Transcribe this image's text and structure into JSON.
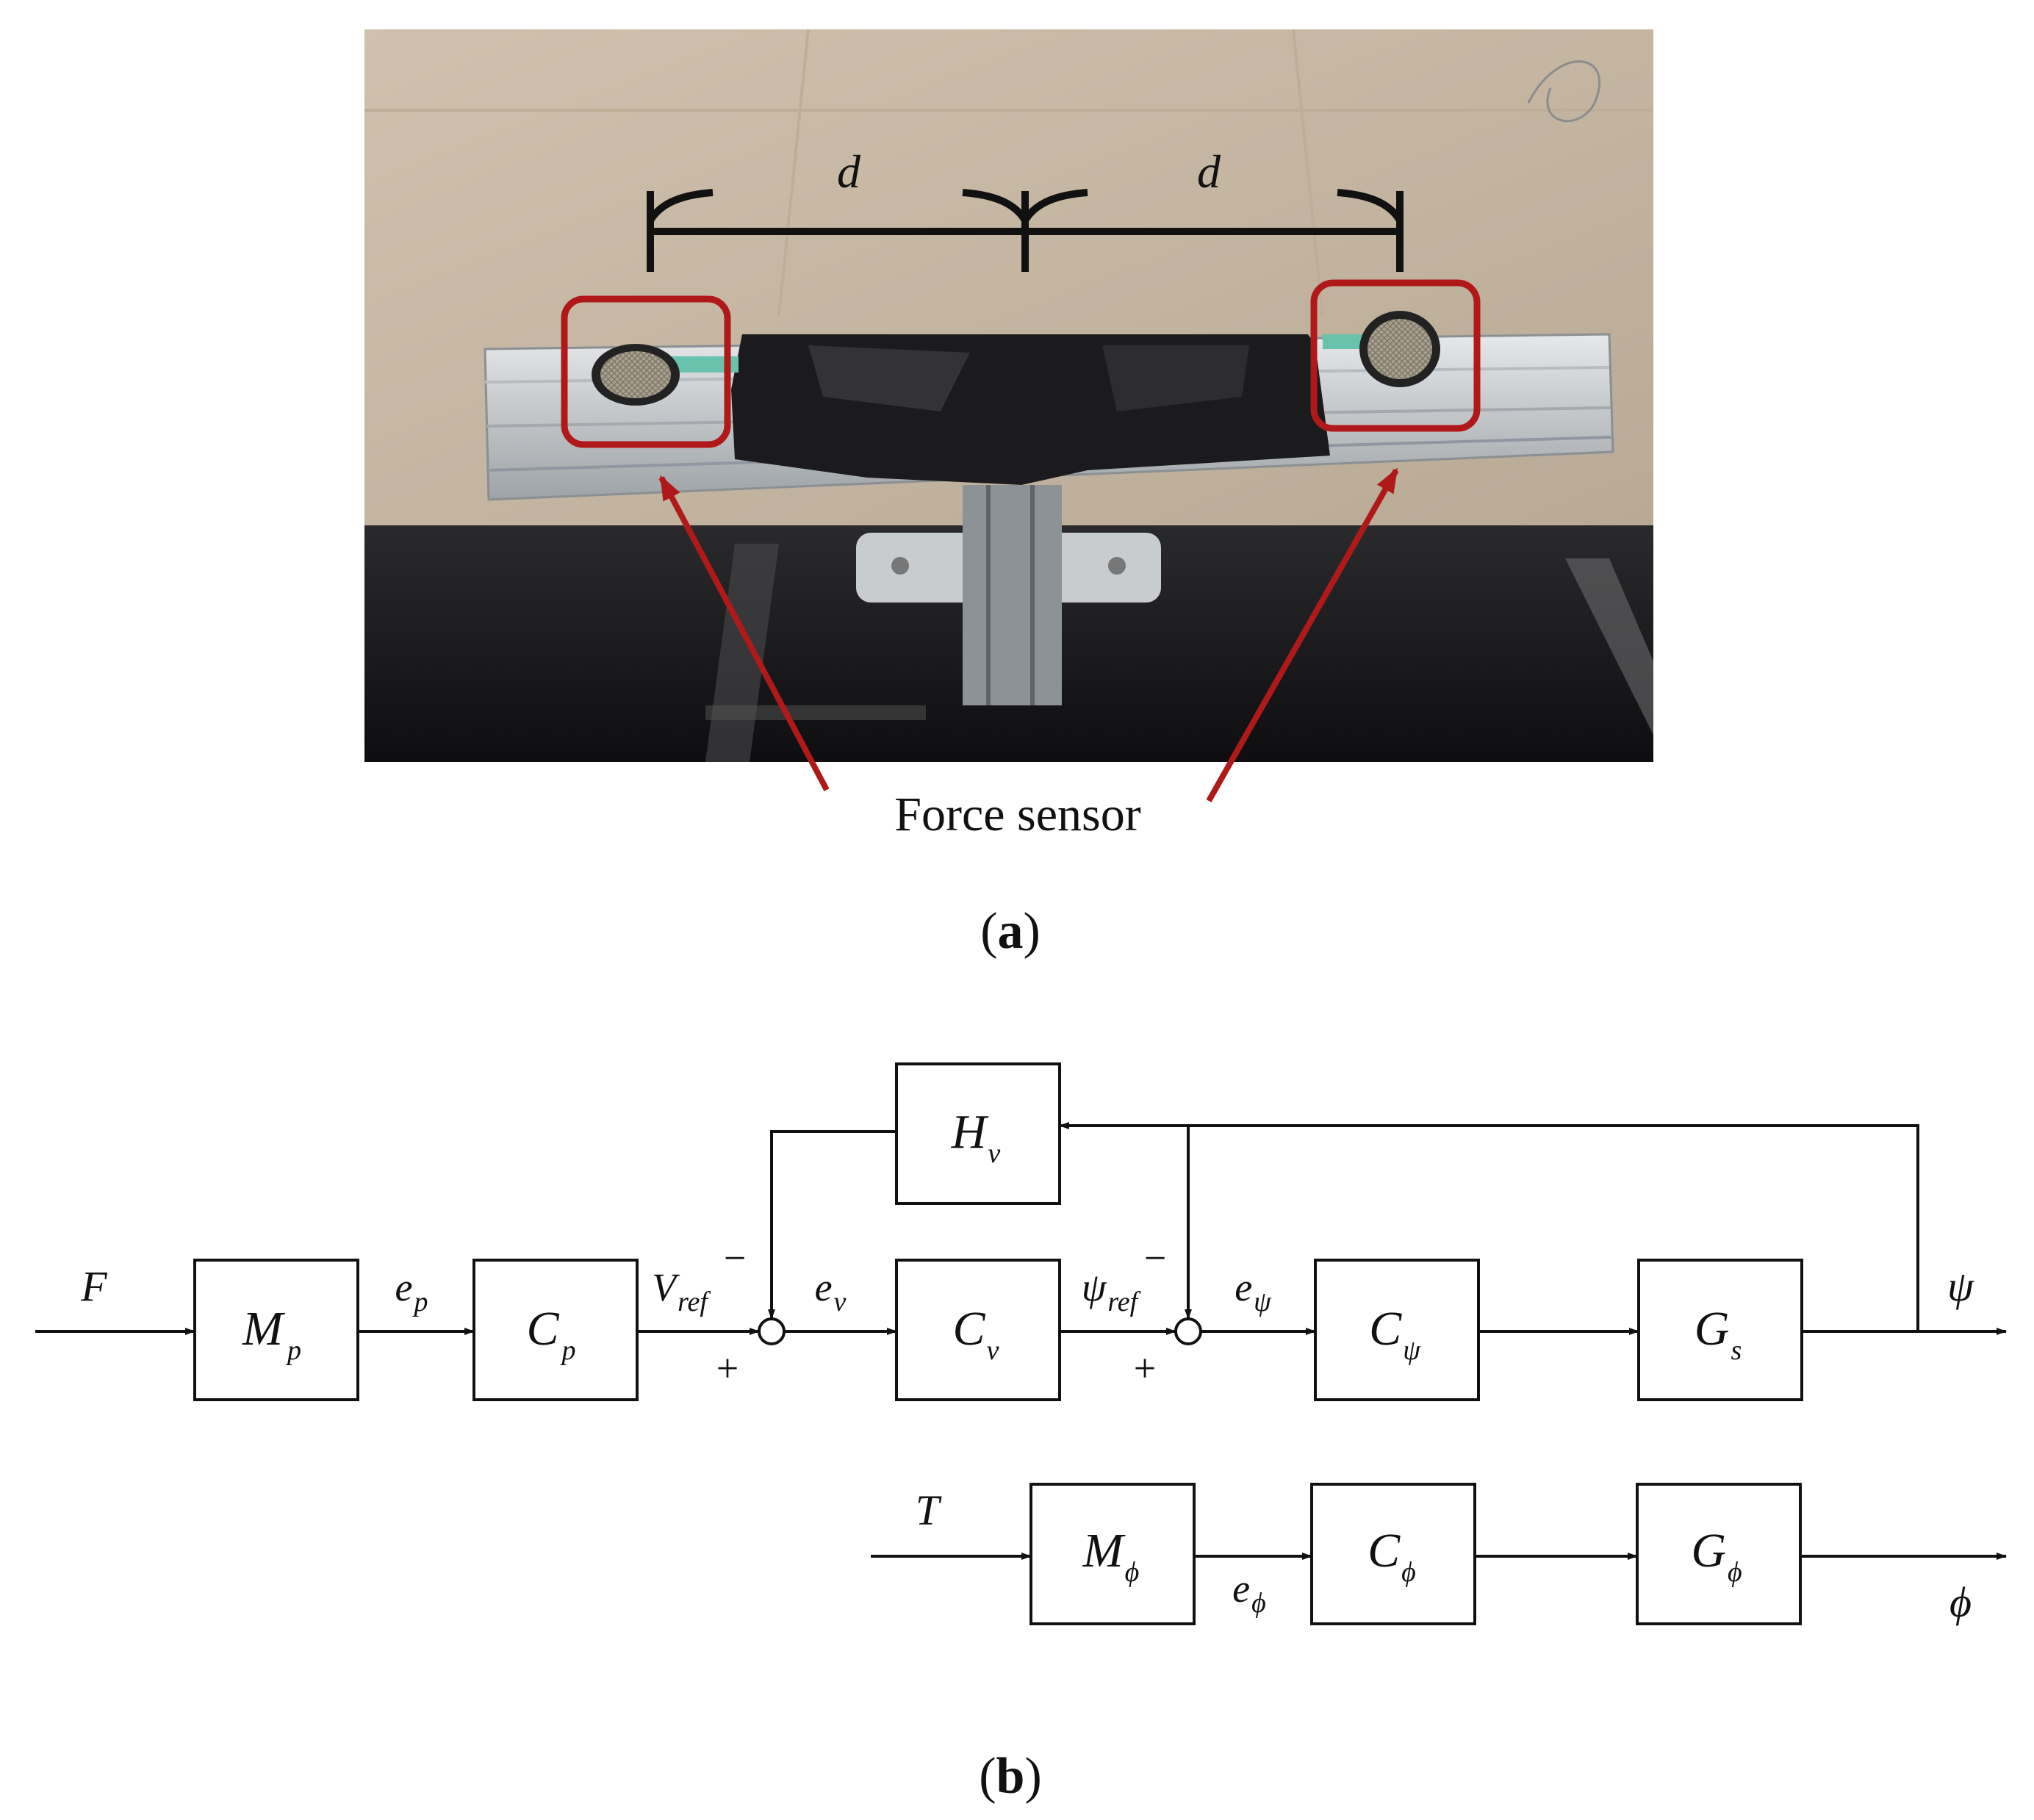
{
  "panel_a": {
    "dimension_label_left": "d",
    "dimension_label_right": "d",
    "sensor_label": "Force sensor",
    "caption_open": "(",
    "caption_letter": "a",
    "caption_close": ")",
    "highlight_color": "#b01919"
  },
  "panel_b": {
    "caption_open": "(",
    "caption_letter": "b",
    "caption_close": ")",
    "inputs": {
      "F": "F",
      "T": "T"
    },
    "outputs": {
      "psi": "ψ",
      "phi": "ϕ"
    },
    "blocks": {
      "Mp": {
        "main": "M",
        "sub": "p"
      },
      "Cp": {
        "main": "C",
        "sub": "p"
      },
      "Cv": {
        "main": "C",
        "sub": "v"
      },
      "Cpsi": {
        "main": "C",
        "sub": "ψ"
      },
      "Gs": {
        "main": "G",
        "sub": "s"
      },
      "Hv": {
        "main": "H",
        "sub": "v"
      },
      "Mphi": {
        "main": "M",
        "sub": "ϕ"
      },
      "Cphi": {
        "main": "C",
        "sub": "ϕ"
      },
      "Gphi": {
        "main": "G",
        "sub": "ϕ"
      }
    },
    "signals": {
      "ep": {
        "main": "e",
        "sub": "p"
      },
      "Vref": {
        "main": "V",
        "sub": "ref"
      },
      "ev": {
        "main": "e",
        "sub": "v"
      },
      "psiref": {
        "main": "ψ",
        "sub": "ref"
      },
      "epsi": {
        "main": "e",
        "sub": "ψ"
      },
      "ephi": {
        "main": "e",
        "sub": "ϕ"
      }
    },
    "signs": {
      "minus1": "−",
      "plus1": "+",
      "minus2": "−",
      "plus2": "+"
    }
  }
}
